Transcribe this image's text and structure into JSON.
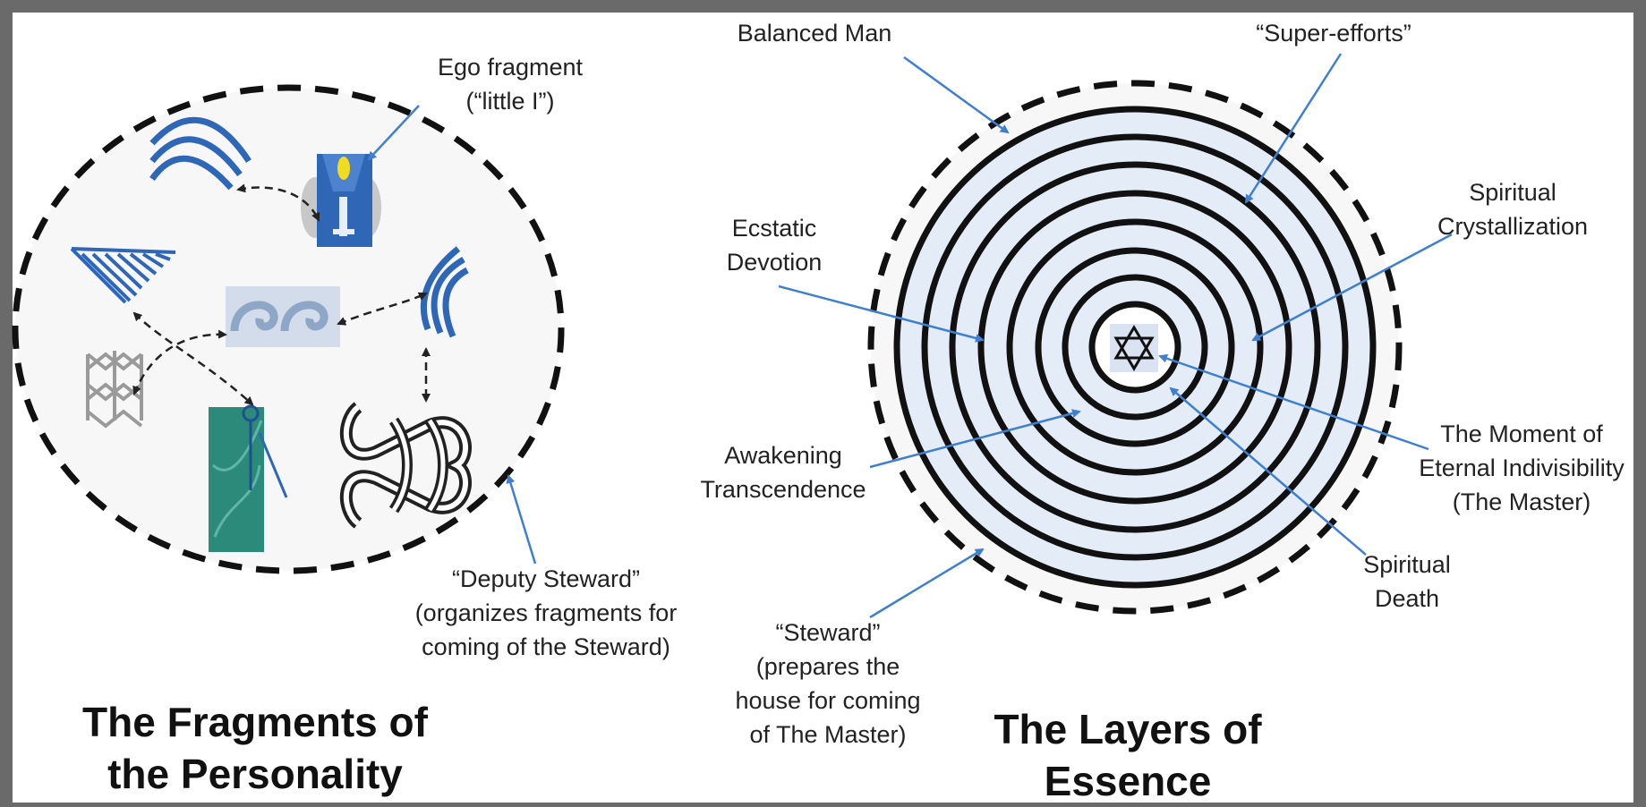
{
  "left_panel": {
    "title_line1": "The Fragments of",
    "title_line2": "the Personality",
    "ego_line1": "Ego fragment",
    "ego_line2": "(“little I”)",
    "deputy_line1": "“Deputy Steward”",
    "deputy_line2": "(organizes fragments for",
    "deputy_line3": "coming of the Steward)"
  },
  "right_panel": {
    "title_line1": "The Layers of",
    "title_line2": "Essence",
    "balanced_man": "Balanced Man",
    "super_efforts": "“Super-efforts”",
    "spiritual_cryst_line1": "Spiritual",
    "spiritual_cryst_line2": "Crystallization",
    "ecstatic_line1": "Ecstatic",
    "ecstatic_line2": "Devotion",
    "awakening_line1": "Awakening",
    "awakening_line2": "Transcendence",
    "moment_line1": "The Moment of",
    "moment_line2": "Eternal Indivisibility",
    "moment_line3": "(The Master)",
    "spiritual_death_line1": "Spiritual",
    "spiritual_death_line2": "Death",
    "steward_line1": "“Steward”",
    "steward_line2": "(prepares the",
    "steward_line3": "house for coming",
    "steward_line4": "of The Master)"
  },
  "colors": {
    "arrow_blue": "#3f7fd0",
    "fragment_blue": "#2e66b8",
    "ring_fill": "#e4ecf7",
    "teal": "#2c8a7a"
  }
}
